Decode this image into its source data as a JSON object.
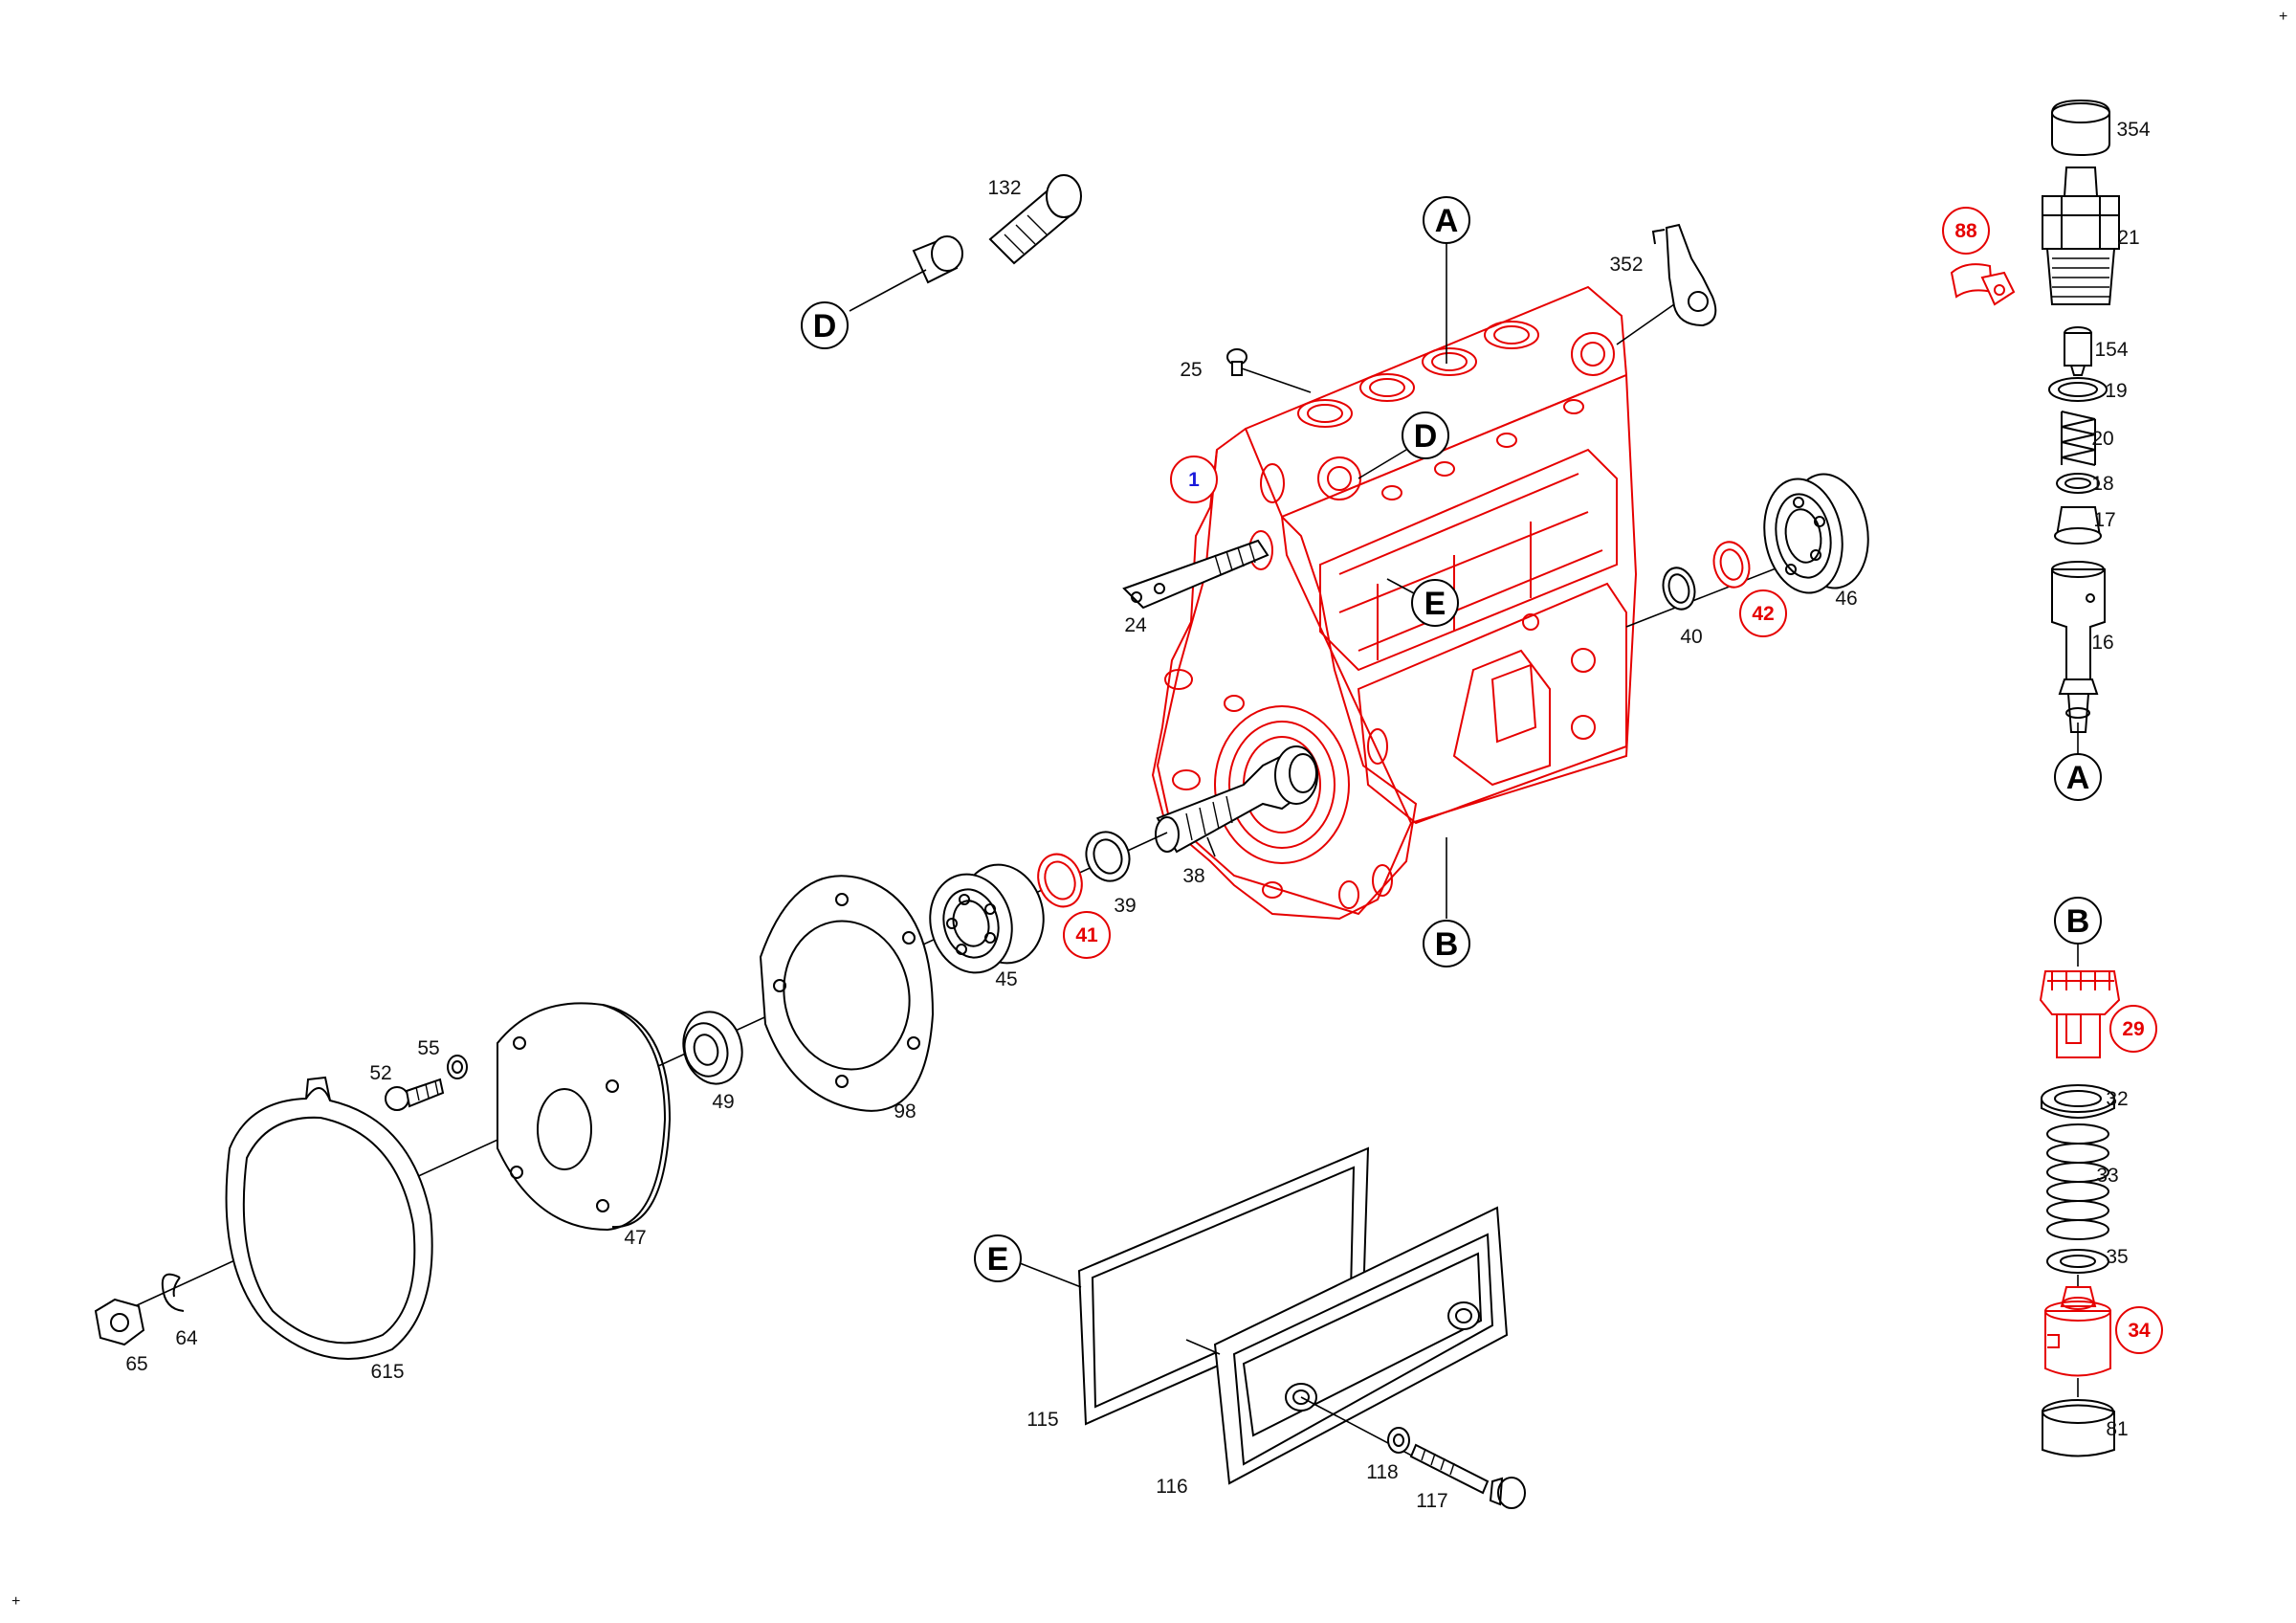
{
  "colors": {
    "highlight": "#e60000",
    "main_part": "#1a1adb",
    "line": "#000000",
    "background": "#ffffff"
  },
  "corner_marks": {
    "top_right": "+",
    "bottom_left": "+"
  },
  "reference_letters": {
    "a_top": "A",
    "a_bottom": "A",
    "b_housing": "B",
    "b_column": "B",
    "d_housing": "D",
    "d_detail": "D",
    "e_housing": "E",
    "e_detail": "E"
  },
  "part_labels": [
    {
      "id": "p354",
      "text": "354",
      "style": "plain"
    },
    {
      "id": "p21",
      "text": "21",
      "style": "plain"
    },
    {
      "id": "p88",
      "text": "88",
      "style": "highlight"
    },
    {
      "id": "p154",
      "text": "154",
      "style": "plain"
    },
    {
      "id": "p19",
      "text": "19",
      "style": "plain"
    },
    {
      "id": "p20",
      "text": "20",
      "style": "plain"
    },
    {
      "id": "p18",
      "text": "18",
      "style": "plain"
    },
    {
      "id": "p17",
      "text": "17",
      "style": "plain"
    },
    {
      "id": "p16",
      "text": "16",
      "style": "plain"
    },
    {
      "id": "p132",
      "text": "132",
      "style": "plain"
    },
    {
      "id": "p352",
      "text": "352",
      "style": "plain"
    },
    {
      "id": "p25",
      "text": "25",
      "style": "plain"
    },
    {
      "id": "p1",
      "text": "1",
      "style": "main"
    },
    {
      "id": "p24",
      "text": "24",
      "style": "plain"
    },
    {
      "id": "p40",
      "text": "40",
      "style": "plain"
    },
    {
      "id": "p42",
      "text": "42",
      "style": "highlight"
    },
    {
      "id": "p46",
      "text": "46",
      "style": "plain"
    },
    {
      "id": "p38",
      "text": "38",
      "style": "plain"
    },
    {
      "id": "p39",
      "text": "39",
      "style": "plain"
    },
    {
      "id": "p41",
      "text": "41",
      "style": "highlight"
    },
    {
      "id": "p45",
      "text": "45",
      "style": "plain"
    },
    {
      "id": "p98",
      "text": "98",
      "style": "plain"
    },
    {
      "id": "p49",
      "text": "49",
      "style": "plain"
    },
    {
      "id": "p52",
      "text": "52",
      "style": "plain"
    },
    {
      "id": "p55",
      "text": "55",
      "style": "plain"
    },
    {
      "id": "p47",
      "text": "47",
      "style": "plain"
    },
    {
      "id": "p615",
      "text": "615",
      "style": "plain"
    },
    {
      "id": "p64",
      "text": "64",
      "style": "plain"
    },
    {
      "id": "p65",
      "text": "65",
      "style": "plain"
    },
    {
      "id": "p115",
      "text": "115",
      "style": "plain"
    },
    {
      "id": "p116",
      "text": "116",
      "style": "plain"
    },
    {
      "id": "p118",
      "text": "118",
      "style": "plain"
    },
    {
      "id": "p117",
      "text": "117",
      "style": "plain"
    },
    {
      "id": "p29",
      "text": "29",
      "style": "highlight"
    },
    {
      "id": "p32",
      "text": "32",
      "style": "plain"
    },
    {
      "id": "p33",
      "text": "33",
      "style": "plain"
    },
    {
      "id": "p35",
      "text": "35",
      "style": "plain"
    },
    {
      "id": "p34",
      "text": "34",
      "style": "highlight"
    },
    {
      "id": "p81",
      "text": "81",
      "style": "plain"
    }
  ]
}
